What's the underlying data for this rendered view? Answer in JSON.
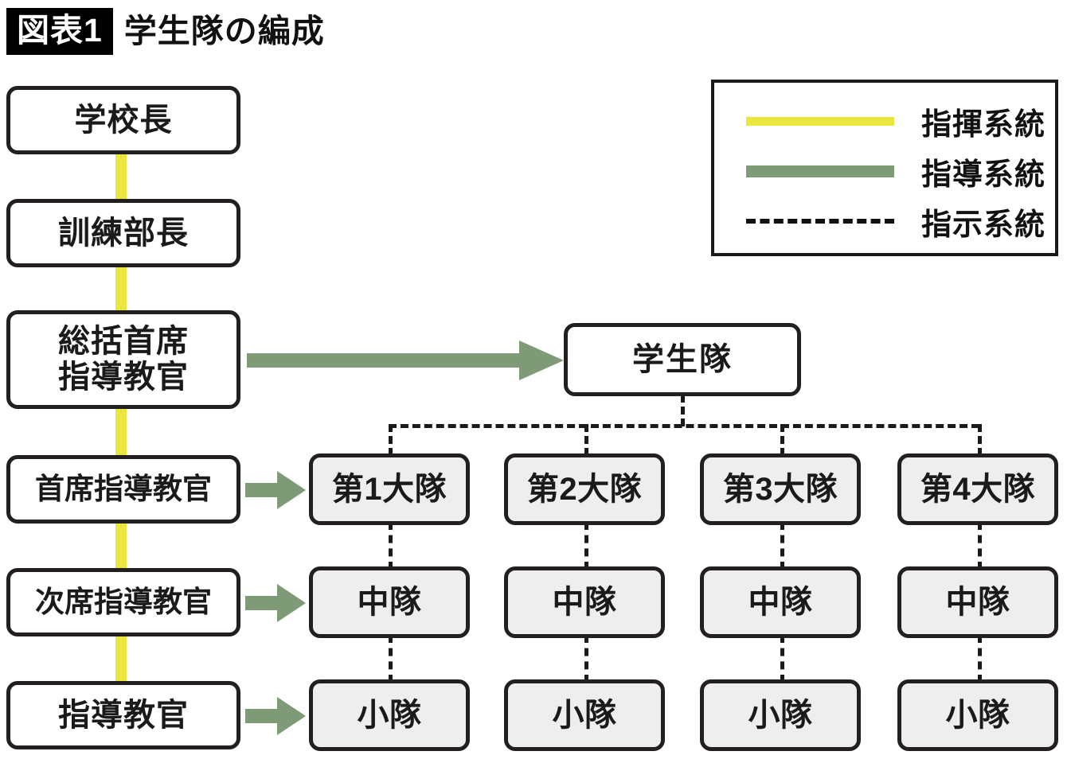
{
  "figure": {
    "badge": "図表1",
    "title": "学生隊の編成"
  },
  "colors": {
    "command_line": "#e9e63d",
    "guidance_arrow": "#7f9a77",
    "instruction_line": "#1a1a1a",
    "box_border": "#231f1e",
    "unit_box_fill": "#eeeeee"
  },
  "legend": {
    "items": [
      {
        "label": "指揮系統",
        "style": "solid-yellow",
        "icon": "command-line-swatch"
      },
      {
        "label": "指導系統",
        "style": "solid-green",
        "icon": "guidance-line-swatch"
      },
      {
        "label": "指示系統",
        "style": "dashed-black",
        "icon": "instruction-line-swatch"
      }
    ]
  },
  "left_column": {
    "nodes": [
      {
        "label": "学校長"
      },
      {
        "label": "訓練部長"
      },
      {
        "label": "総括首席\n指導教官"
      },
      {
        "label": "首席指導教官"
      },
      {
        "label": "次席指導教官"
      },
      {
        "label": "指導教官"
      }
    ]
  },
  "right_column": {
    "head": {
      "label": "学生隊"
    },
    "battalions": [
      {
        "label": "第1大隊"
      },
      {
        "label": "第2大隊"
      },
      {
        "label": "第3大隊"
      },
      {
        "label": "第4大隊"
      }
    ],
    "companies": [
      {
        "label": "中隊"
      },
      {
        "label": "中隊"
      },
      {
        "label": "中隊"
      },
      {
        "label": "中隊"
      }
    ],
    "platoons": [
      {
        "label": "小隊"
      },
      {
        "label": "小隊"
      },
      {
        "label": "小隊"
      },
      {
        "label": "小隊"
      }
    ]
  }
}
